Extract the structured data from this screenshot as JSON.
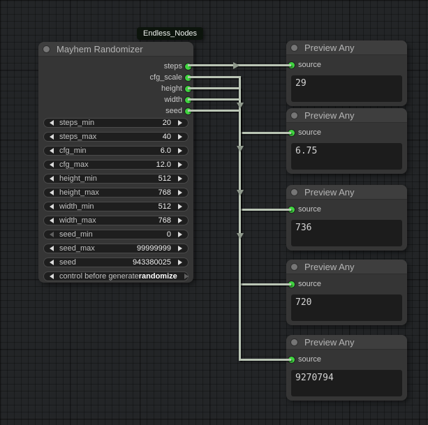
{
  "badge": {
    "label": "Endless_Nodes"
  },
  "main_node": {
    "title": "Mayhem Randomizer",
    "outputs": [
      {
        "name": "steps"
      },
      {
        "name": "cfg_scale"
      },
      {
        "name": "height"
      },
      {
        "name": "width"
      },
      {
        "name": "seed"
      }
    ],
    "widgets": [
      {
        "label": "steps_min",
        "value": "20"
      },
      {
        "label": "steps_max",
        "value": "40"
      },
      {
        "label": "cfg_min",
        "value": "6.0"
      },
      {
        "label": "cfg_max",
        "value": "12.0"
      },
      {
        "label": "height_min",
        "value": "512"
      },
      {
        "label": "height_max",
        "value": "768"
      },
      {
        "label": "width_min",
        "value": "512"
      },
      {
        "label": "width_max",
        "value": "768"
      },
      {
        "label": "seed_min",
        "value": "0",
        "left_arrow_disabled": true
      },
      {
        "label": "seed_max",
        "value": "99999999"
      },
      {
        "label": "seed",
        "value": "943380025"
      },
      {
        "label": "control before generate",
        "value": "randomize",
        "right_arrow_dim": true
      }
    ]
  },
  "preview_nodes": [
    {
      "title": "Preview Any",
      "input": "source",
      "value": "29"
    },
    {
      "title": "Preview Any",
      "input": "source",
      "value": "6.75"
    },
    {
      "title": "Preview Any",
      "input": "source",
      "value": "736"
    },
    {
      "title": "Preview Any",
      "input": "source",
      "value": "720"
    },
    {
      "title": "Preview Any",
      "input": "source",
      "value": "9270794"
    }
  ],
  "links": [
    {
      "from_output": "steps",
      "to_node_index": 0,
      "to_input": "source"
    },
    {
      "from_output": "cfg_scale",
      "to_node_index": 1,
      "to_input": "source"
    },
    {
      "from_output": "height",
      "to_node_index": 2,
      "to_input": "source"
    },
    {
      "from_output": "width",
      "to_node_index": 3,
      "to_input": "source"
    },
    {
      "from_output": "seed",
      "to_node_index": 4,
      "to_input": "source"
    }
  ],
  "colors": {
    "port_green": "#3fd33f",
    "wire": "#bac5b5",
    "node_body": "#353535",
    "node_header": "#3e3e3e",
    "widget_bg": "#1e1e1e",
    "preview_box_bg": "#1c1c1c",
    "badge_bg": "#0c140c",
    "canvas_bg": "#232527"
  }
}
